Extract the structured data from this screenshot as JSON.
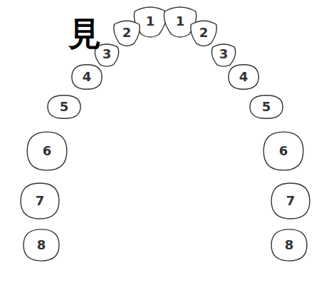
{
  "diagram": {
    "nodes": [
      {
        "text": [
          "1"
        ]
      },
      {
        "text": [
          "1"
        ]
      },
      {
        "text": [
          "2"
        ]
      },
      {
        "text": [
          "2"
        ]
      },
      {
        "text": [
          "3"
        ]
      },
      {
        "text": [
          "3"
        ]
      },
      {
        "text": [
          "4"
        ]
      },
      {
        "text": [
          "4"
        ]
      },
      {
        "text": [
          "5"
        ]
      },
      {
        "text": [
          "5"
        ]
      },
      {
        "text": [
          "6"
        ]
      },
      {
        "text": [
          "6"
        ]
      },
      {
        "text": [
          "7"
        ]
      },
      {
        "text": [
          "7"
        ]
      },
      {
        "text": [
          "8"
        ]
      },
      {
        "text": [
          "8"
        ]
      }
    ],
    "labels": [
      "見"
    ]
  }
}
